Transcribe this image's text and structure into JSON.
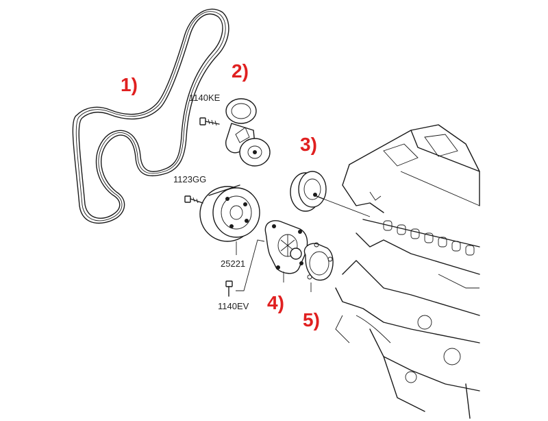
{
  "callouts": {
    "belt": "1)",
    "tensioner": "2)",
    "idler": "3)",
    "water_pump": "4)",
    "gasket": "5)"
  },
  "part_numbers": {
    "tensioner_bolt": "1140KE",
    "pulley_bolt": "1123GG",
    "pulley": "25221",
    "pump_bolt": "1140EV"
  },
  "colors": {
    "callout": "#e02020",
    "line": "#1a1a1a"
  }
}
